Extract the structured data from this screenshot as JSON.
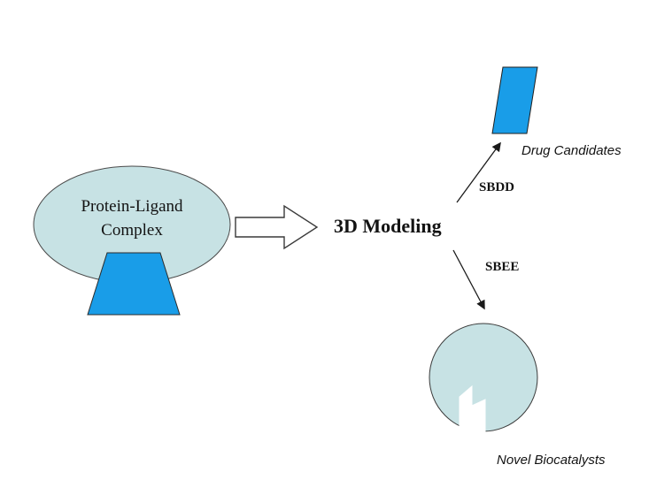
{
  "labels": {
    "complex_line1": "Protein-Ligand",
    "complex_line2": "Complex",
    "modeling": "3D Modeling",
    "sbdd": "SBDD",
    "sbee": "SBEE",
    "drug_candidates": "Drug Candidates",
    "novel_biocatalysts": "Novel Biocatalysts"
  },
  "colors": {
    "pale_fill": "#c7e2e4",
    "blue_fill": "#199de8",
    "outline": "#3a3a3a",
    "arrow": "#1a1a1a"
  }
}
